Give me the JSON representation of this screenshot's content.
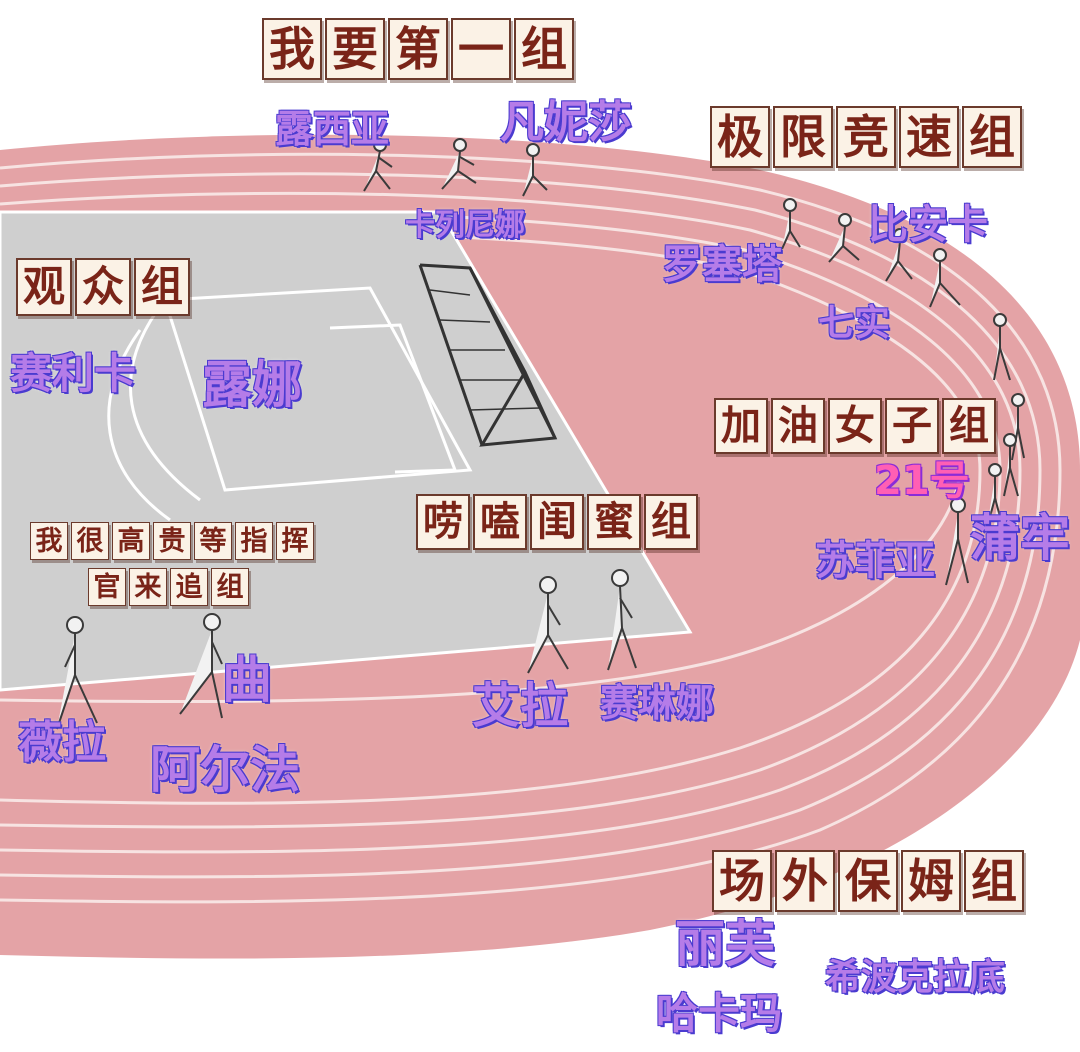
{
  "groups": {
    "first": {
      "label": "我要第一组",
      "chars": [
        "我",
        "要",
        "第",
        "一",
        "组"
      ]
    },
    "speed": {
      "label": "极限竞速组",
      "chars": [
        "极",
        "限",
        "竞",
        "速",
        "组"
      ]
    },
    "audience": {
      "label": "观众组",
      "chars": [
        "观",
        "众",
        "组"
      ]
    },
    "cheer": {
      "label": "加油女子组",
      "chars": [
        "加",
        "油",
        "女",
        "子",
        "组"
      ]
    },
    "gossip": {
      "label": "唠嗑闺蜜组",
      "chars": [
        "唠",
        "嗑",
        "闺",
        "蜜",
        "组"
      ]
    },
    "noble": {
      "label": "我很高贵等指挥官来追组",
      "row1": [
        "我",
        "很",
        "高",
        "贵",
        "等",
        "指",
        "挥"
      ],
      "row2": [
        "官",
        "来",
        "追",
        "组"
      ]
    },
    "nanny": {
      "label": "场外保姆组",
      "chars": [
        "场",
        "外",
        "保",
        "姆",
        "组"
      ]
    }
  },
  "names": {
    "lucia": "露西亚",
    "vanessa": "凡妮莎",
    "karenina": "卡列尼娜",
    "bianca": "比安卡",
    "roseta": "罗塞塔",
    "nanami": "七实",
    "selica": "赛利卡",
    "luna": "露娜",
    "no21": "21号",
    "pulao": "蒲牢",
    "sophia": "苏菲亚",
    "vera": "薇拉",
    "qu": "曲",
    "alpha": "阿尔法",
    "ayla": "艾拉",
    "selena": "赛琳娜",
    "liv": "丽芙",
    "hakama": "哈卡玛",
    "hippocrates": "希波克拉底"
  },
  "colors": {
    "track": "#e4a3a6",
    "track_line": "#f7e3e2",
    "field": "#cfcfcf",
    "title_text": "#7a2418",
    "title_bg": "#fbf2e6",
    "name_text": "#b57ce8",
    "name_outline": "#4a3bd0",
    "name_pink": "#ff5fb4"
  }
}
